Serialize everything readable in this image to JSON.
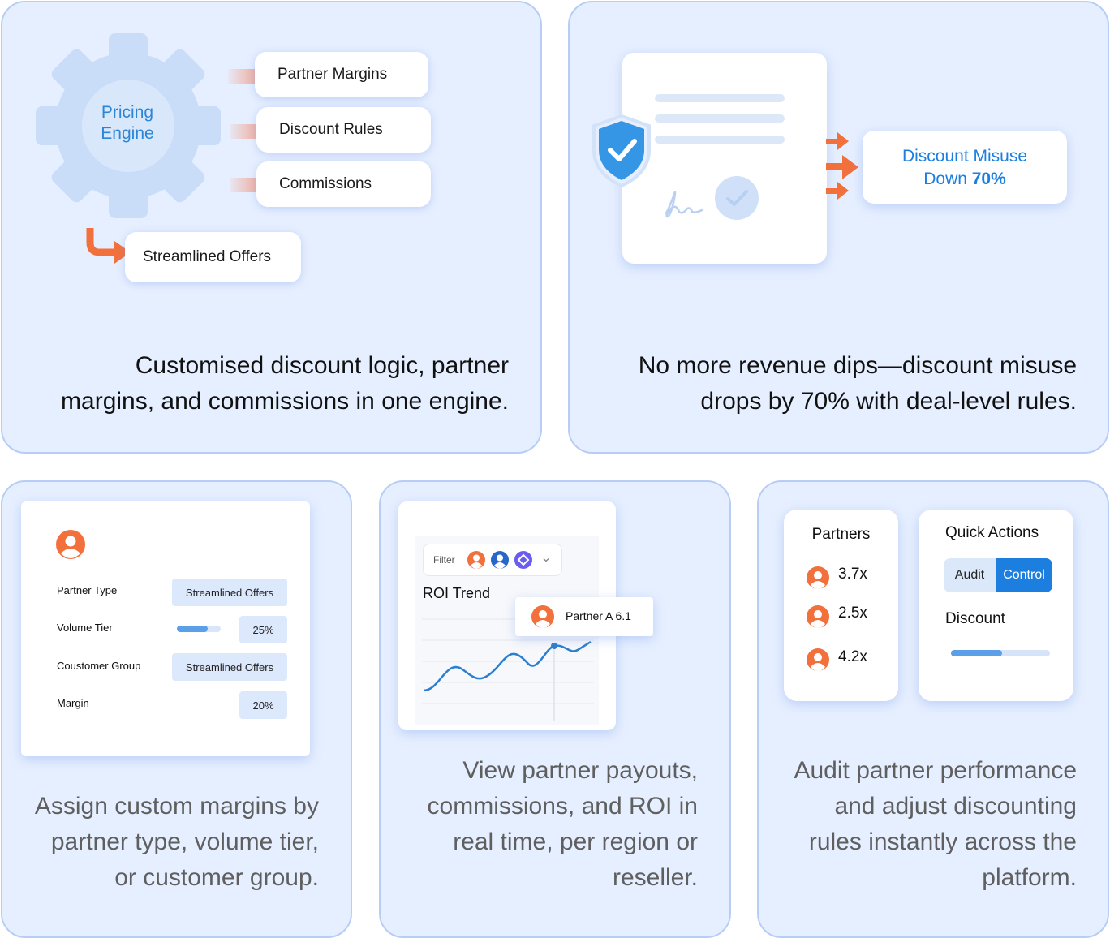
{
  "panel1": {
    "gear_label": "Pricing Engine",
    "chips": [
      "Partner Margins",
      "Discount Rules",
      "Commissions"
    ],
    "output_chip": "Streamlined Offers",
    "caption_line1": "Customised discount logic, partner",
    "caption_line2": "margins, and commissions in one engine."
  },
  "panel2": {
    "badge_line1": "Discount Misuse",
    "badge_line2_prefix": "Down ",
    "badge_line2_value": "70%",
    "caption_line1": "No more revenue dips—discount misuse",
    "caption_line2": "drops by 70% with deal-level rules."
  },
  "panel3": {
    "rows": [
      {
        "label": "Partner Type",
        "value": "Streamlined Offers"
      },
      {
        "label": "Volume Tier",
        "value": "25%",
        "slider_fraction": 0.7
      },
      {
        "label": "Coustomer Group",
        "value": "Streamlined Offers"
      },
      {
        "label": "Margin",
        "value": "20%"
      }
    ],
    "caption_line1": "Assign custom margins by",
    "caption_line2": "partner type, volume tier,",
    "caption_line3": "or customer group."
  },
  "panel4": {
    "filter_label": "Filter",
    "chart_title": "ROI Trend",
    "tooltip": "Partner A 6.1",
    "caption_line1": "View partner payouts,",
    "caption_line2": "commissions, and ROI in",
    "caption_line3": "real time, per region or",
    "caption_line4": "reseller."
  },
  "panel5": {
    "partners_title": "Partners",
    "partners": [
      "3.7x",
      "2.5x",
      "4.2x"
    ],
    "quick_title": "Quick Actions",
    "audit_label": "Audit",
    "control_label": "Control",
    "discount_label": "Discount",
    "discount_fraction": 0.52,
    "caption_line1": "Audit partner performance",
    "caption_line2": "and adjust discounting",
    "caption_line3": "rules instantly across the",
    "caption_line4": "platform."
  },
  "colors": {
    "accent_blue": "#1c7fe0",
    "accent_orange": "#f2703c",
    "panel_bg": "#e6efff"
  }
}
